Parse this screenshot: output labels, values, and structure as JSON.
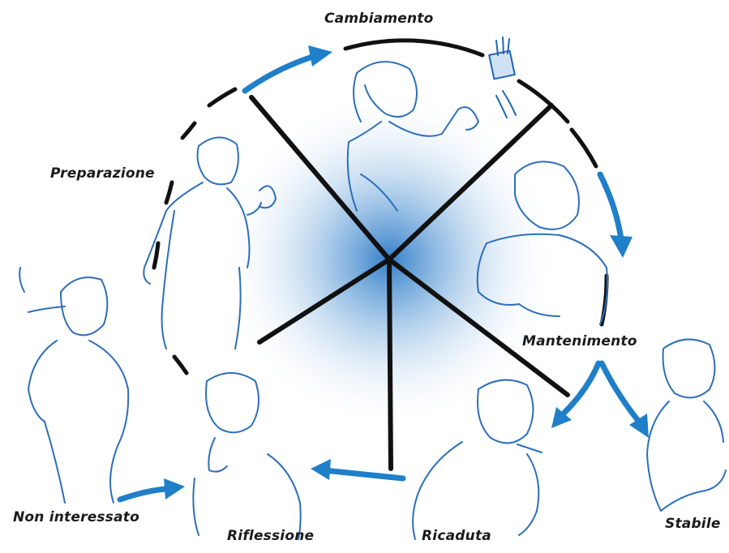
{
  "diagram": {
    "stages": {
      "cambiamento": "Cambiamento",
      "preparazione": "Preparazione",
      "mantenimento": "Mantenimento",
      "non_interessato": "Non interessato",
      "riflessione": "Riflessione",
      "ricaduta": "Ricaduta",
      "stabile": "Stabile"
    },
    "colors": {
      "arrow": "#1f7fc8",
      "line": "#111111",
      "figure": "#2d6fb8",
      "glow": "#3f88cf"
    }
  }
}
